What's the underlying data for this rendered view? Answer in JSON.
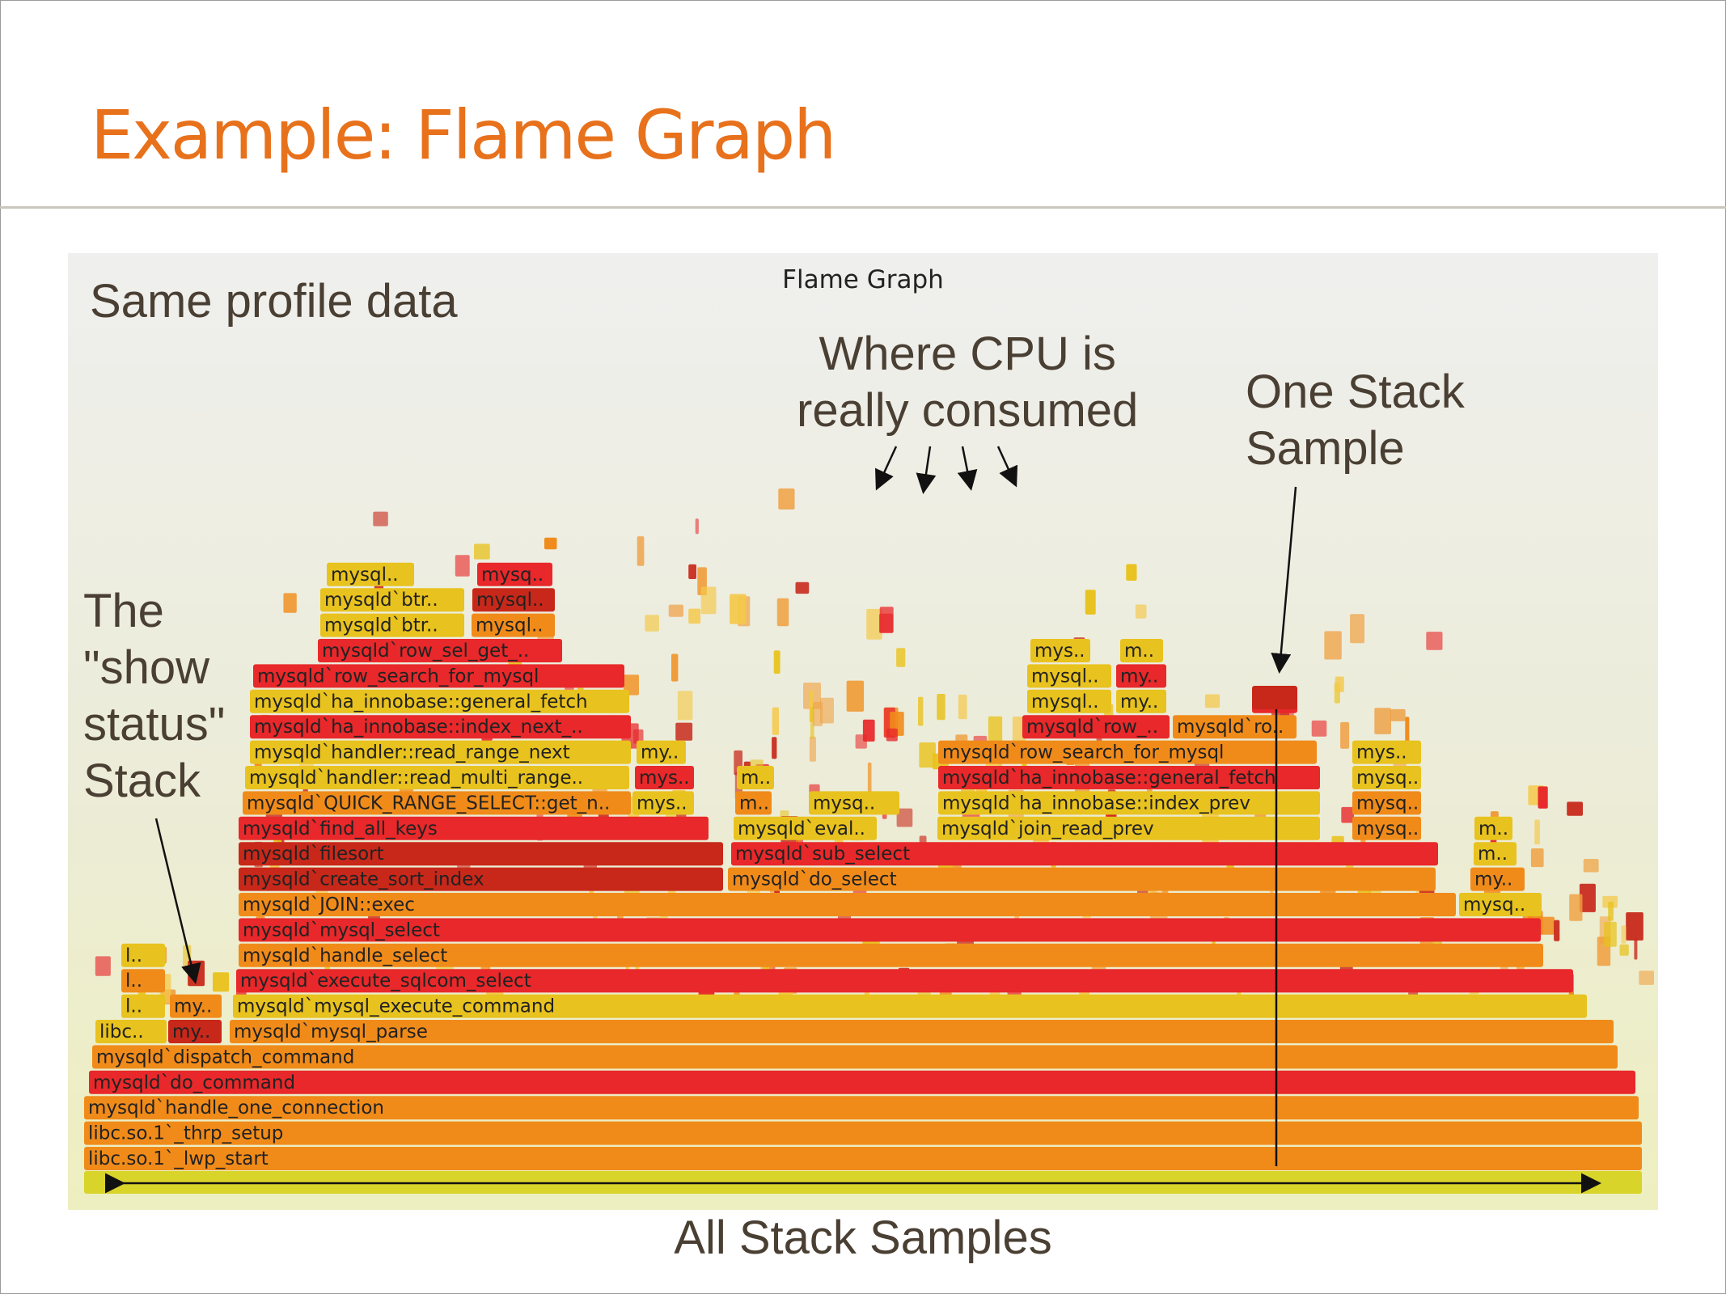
{
  "slide": {
    "title": "Example: Flame Graph"
  },
  "flame_graph": {
    "title": "Flame Graph",
    "colors": {
      "yellow": "#e8c21e",
      "orange": "#f08b1a",
      "red": "#e8282a",
      "dark_red": "#c8281a",
      "bg_top": "#efefee",
      "bg_bottom": "#eeefc0"
    },
    "frames": [
      "libc.so.1`_lwp_start",
      "libc.so.1`_thrp_setup",
      "mysqld`handle_one_connection",
      "mysqld`do_command",
      "mysqld`dispatch_command",
      "libc..",
      "my..",
      "mysqld`mysql_parse",
      "l..",
      "my..",
      "mysqld`mysql_execute_command",
      "l..",
      "mysqld`execute_sqlcom_select",
      "l..",
      "mysqld`handle_select",
      "mysqld`mysql_select",
      "mysqld`JOIN::exec",
      "mysq..",
      "mysqld`create_sort_index",
      "mysqld`do_select",
      "my..",
      "mysqld`filesort",
      "mysqld`sub_select",
      "m..",
      "mysqld`find_all_keys",
      "mysqld`eval..",
      "mysqld`join_read_prev",
      "mysq..",
      "m..",
      "mysqld`QUICK_RANGE_SELECT::get_n..",
      "mys..",
      "m..",
      "mysq..",
      "mysqld`ha_innobase::index_prev",
      "mysq..",
      "mysqld`handler::read_multi_range..",
      "mys..",
      "m..",
      "mysqld`ha_innobase::general_fetch",
      "mysq..",
      "mysqld`handler::read_range_next",
      "my..",
      "mysqld`row_search_for_mysql",
      "mys..",
      "mysqld`ha_innobase::index_next_..",
      "mysqld`row_..",
      "mysqld`ro..",
      "mysqld`ha_innobase::general_fetch",
      "mysql..",
      "my..",
      "m..",
      "mysqld`row_search_for_mysql",
      "mysql..",
      "my..",
      "mysqld`row_sel_get_..",
      "mys..",
      "m..",
      "mysqld`btr..",
      "mysql..",
      "mysqld`btr..",
      "mysql..",
      "mysql..",
      "mysq.."
    ]
  },
  "annotations": {
    "same_profile": "Same profile data",
    "where_cpu": [
      "Where CPU is",
      "really consumed"
    ],
    "one_stack": [
      "One Stack",
      "Sample"
    ],
    "show_status": [
      "The",
      "\"show",
      "status\"",
      "Stack"
    ],
    "all_samples": "All Stack Samples"
  }
}
